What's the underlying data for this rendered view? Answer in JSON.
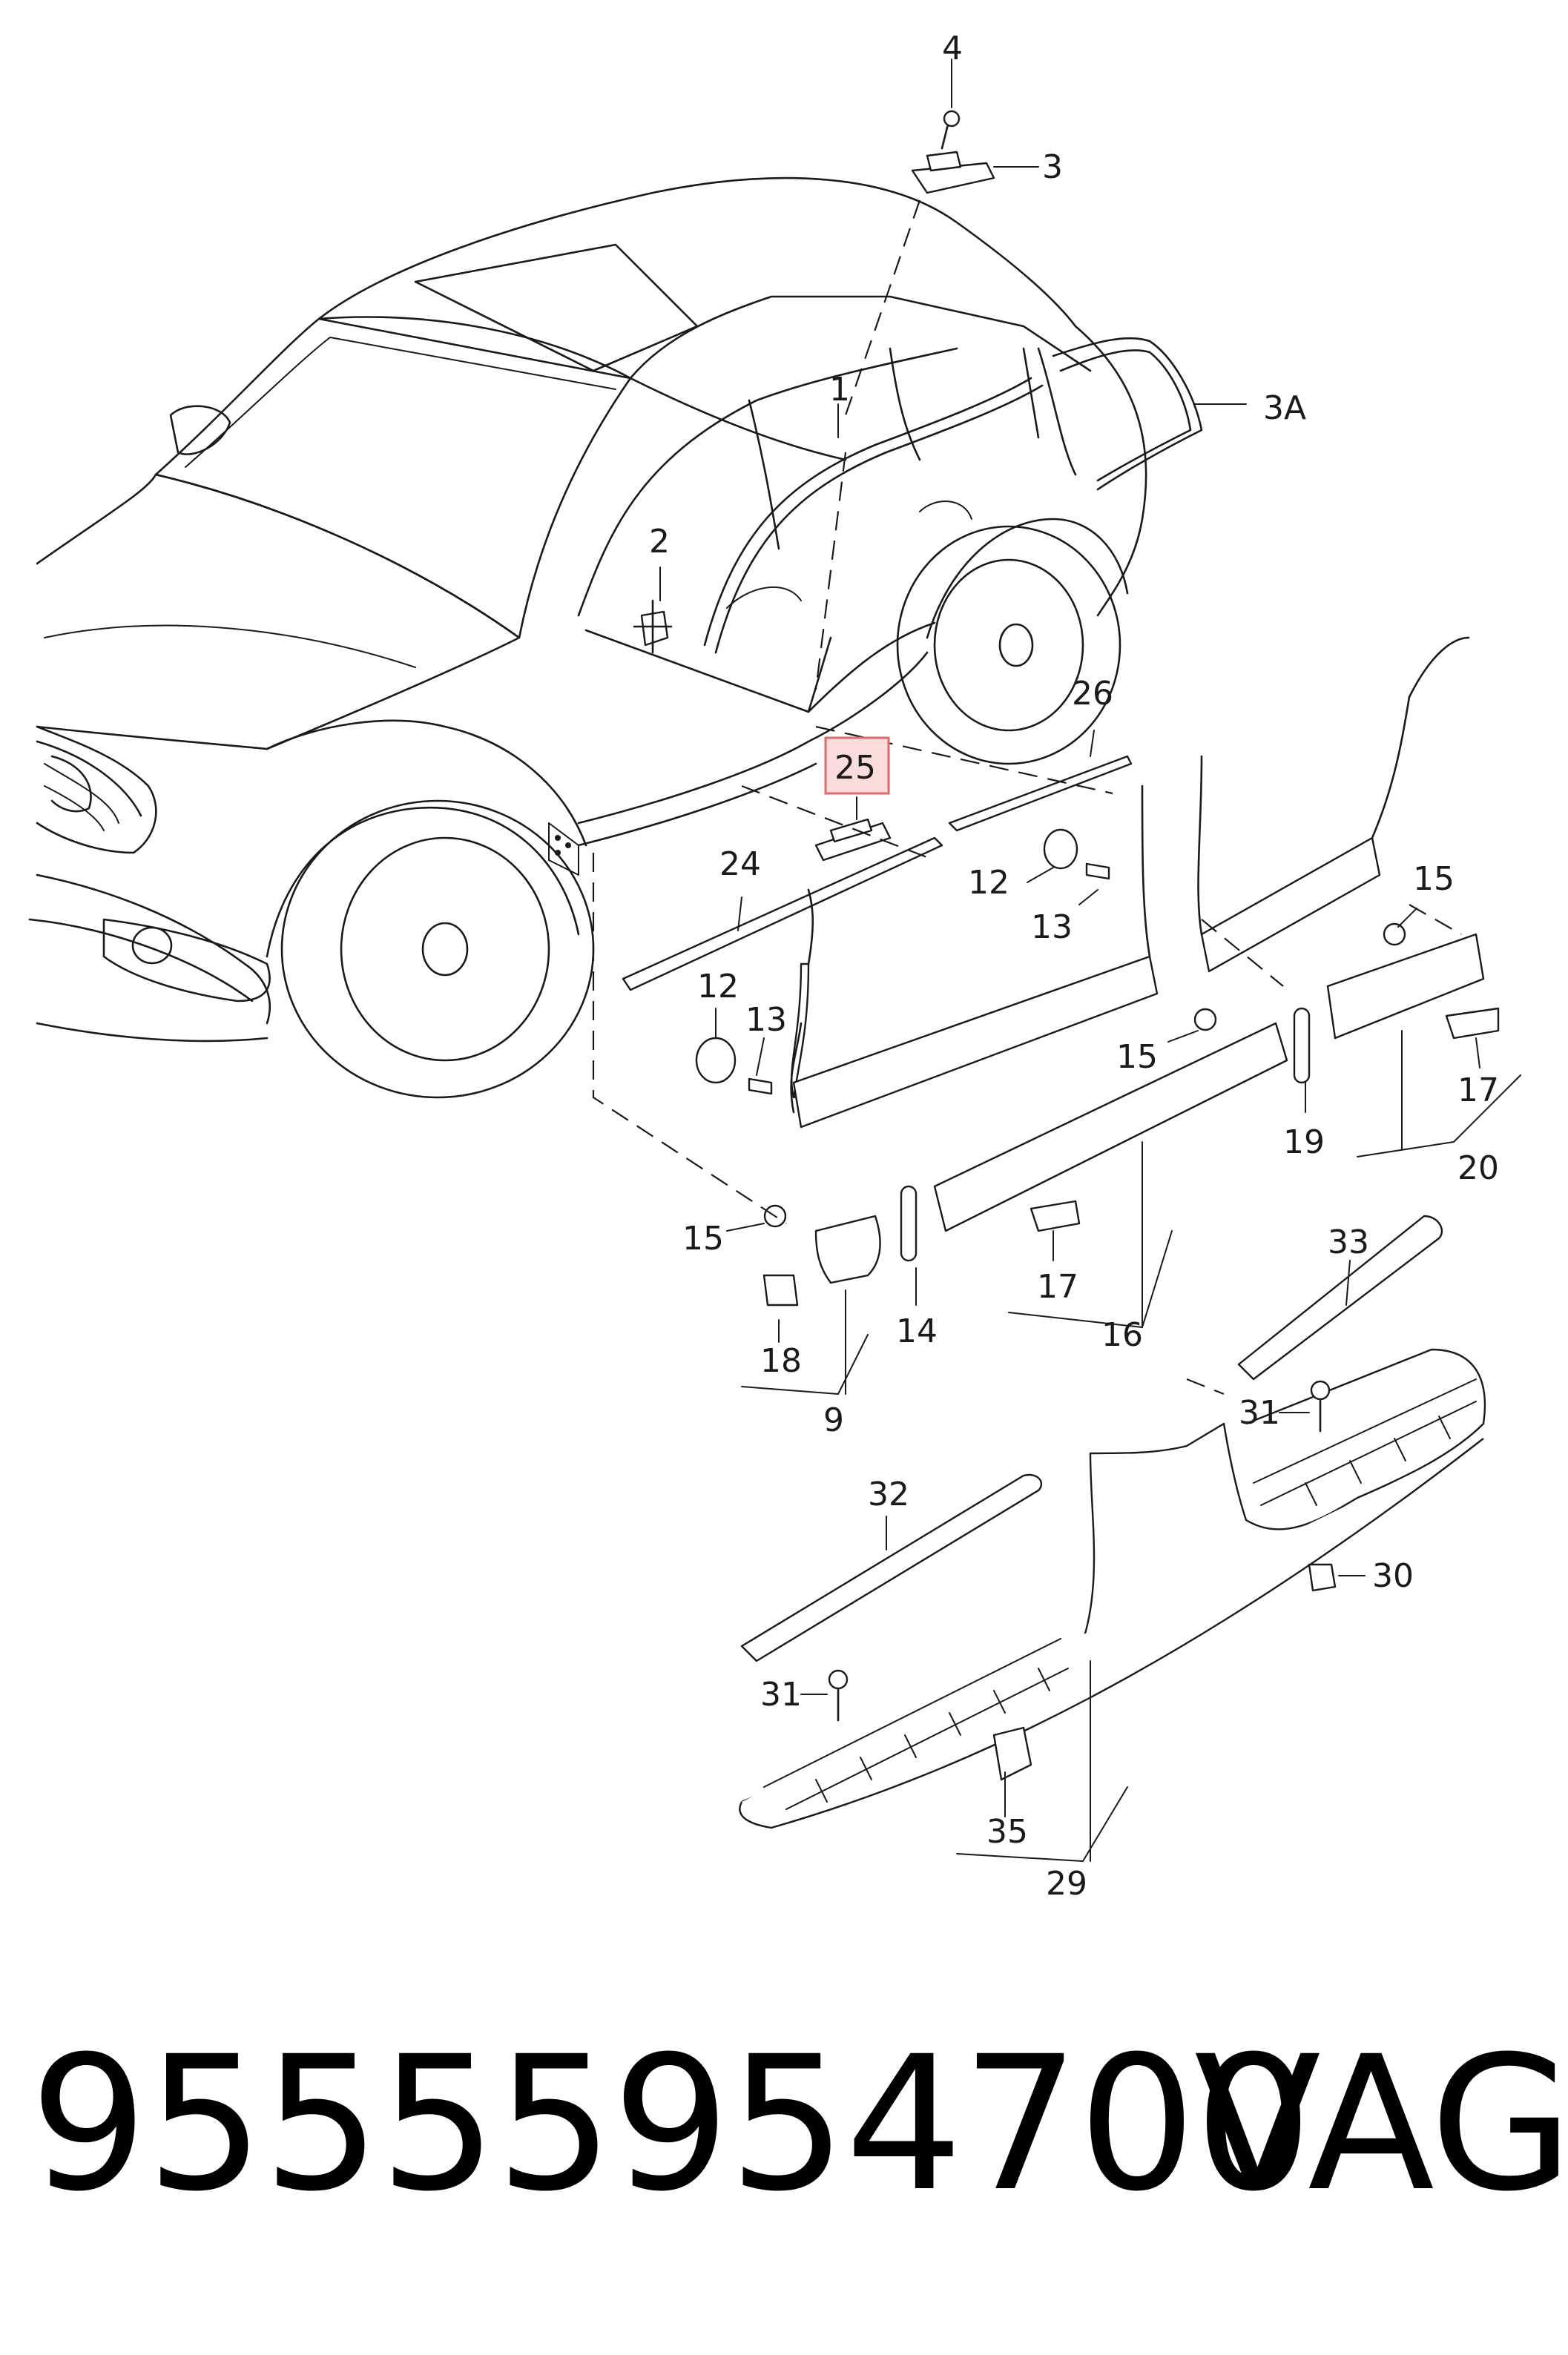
{
  "labels": {
    "l1": "1",
    "l2": "2",
    "l3": "3",
    "l3a": "3A",
    "l4": "4",
    "l9": "9",
    "l12a": "12",
    "l12b": "12",
    "l13a": "13",
    "l13b": "13",
    "l14": "14",
    "l15a": "15",
    "l15b": "15",
    "l15c": "15",
    "l16": "16",
    "l17a": "17",
    "l17b": "17",
    "l18": "18",
    "l19": "19",
    "l20": "20",
    "l24": "24",
    "l25": "25",
    "l26": "26",
    "l29": "29",
    "l30": "30",
    "l31a": "31",
    "l31b": "31",
    "l32": "32",
    "l33": "33",
    "l35": "35"
  },
  "footer": {
    "part_number": "95555954700",
    "brand": "VAG"
  },
  "colors": {
    "highlight_fill": "#fbdcdc",
    "highlight_border": "#e06a6a"
  }
}
